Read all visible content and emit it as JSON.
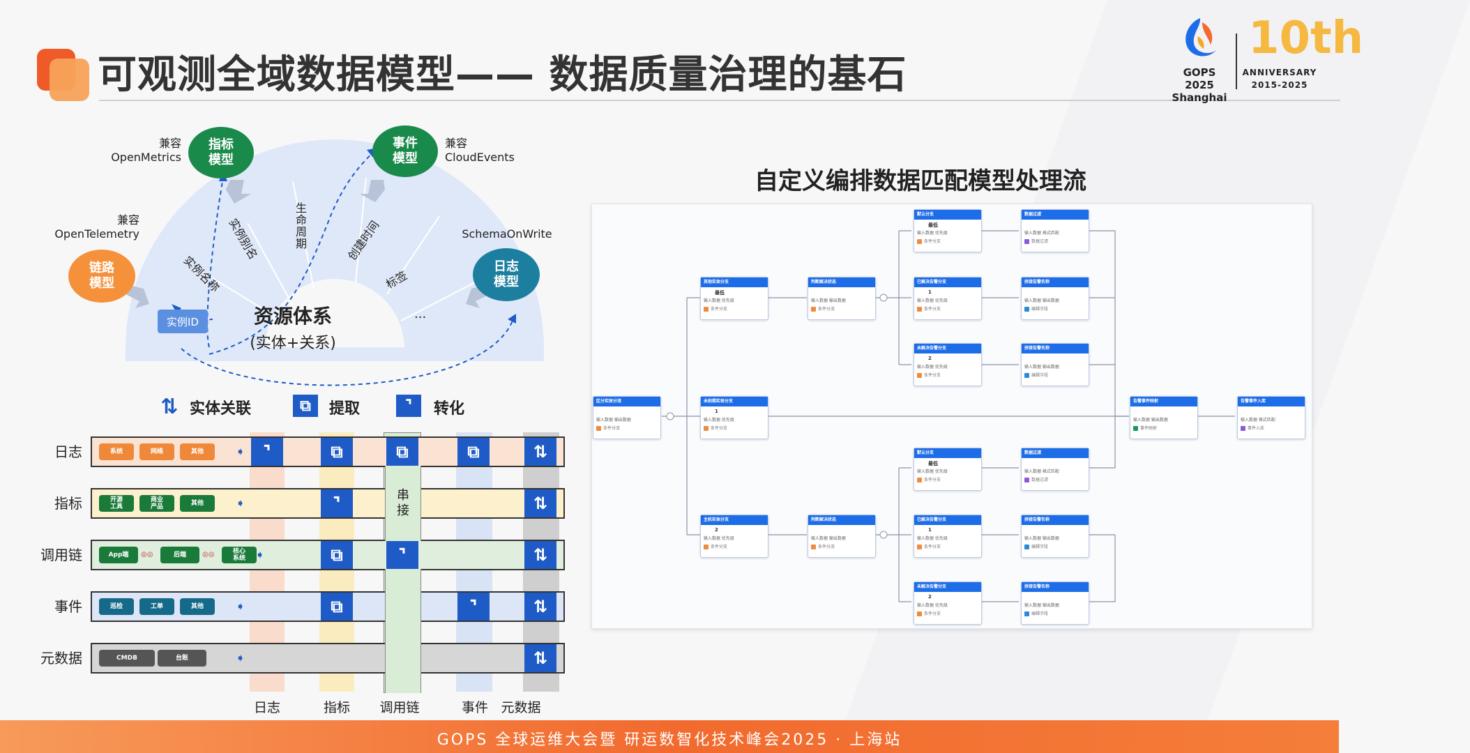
{
  "header": {
    "title": "可观测全域数据模型—— 数据质量治理的基石",
    "gops": "GOPS 2025\nShanghai",
    "anniversary": "ANNIVERSARY\n2015-2025",
    "ten_mark": "10th"
  },
  "footer": {
    "text": "GOPS 全球运维大会暨 研运数智化技术峰会2025 · 上海站"
  },
  "arc": {
    "center_title": "资源体系",
    "center_subtitle": "(实体+关系)",
    "instance_id": "实例ID",
    "segments": [
      "实例名称",
      "实例别名",
      "生\n命\n周\n期",
      "创建时间",
      "标签",
      "..."
    ],
    "models": {
      "metric": {
        "label": "指标\n模型",
        "compat": "兼容\nOpenMetrics",
        "color": "#1a8a4a"
      },
      "event": {
        "label": "事件\n模型",
        "compat": "兼容\nCloudEvents",
        "color": "#1a8a4a"
      },
      "trace": {
        "label": "链路\n模型",
        "compat": "兼容\nOpenTelemetry",
        "color": "#f5913a"
      },
      "log": {
        "label": "日志\n模型",
        "compat": "SchemaOnWrite",
        "color": "#1d7fa0"
      }
    }
  },
  "legend": {
    "relate": "实体关联",
    "extract": "提取",
    "convert": "转化"
  },
  "matrix": {
    "rows": [
      "日志",
      "指标",
      "调用链",
      "事件",
      "元数据"
    ],
    "columns": [
      "日志",
      "指标",
      "调用链",
      "事件",
      "元数据"
    ],
    "serial_label": "串\n接",
    "chips": {
      "log": [
        "系统",
        "网络",
        "其他"
      ],
      "metric": [
        "开源\n工具",
        "商业\n产品",
        "其他"
      ],
      "trace": [
        "App端",
        "后端",
        "核心\n系统"
      ],
      "event": [
        "巡检",
        "工单",
        "其他"
      ],
      "meta": [
        "CMDB",
        "台账"
      ]
    }
  },
  "workflow": {
    "title": "自定义编排数据匹配模型处理流",
    "nodes": {
      "n_src": {
        "head": "区分实体分流",
        "val": "",
        "r1": "输入数据  输出数据",
        "foot": "条件分流"
      },
      "n_a1": {
        "head": "其他实体分支",
        "val": "最低",
        "r1": "输入数据  优先级",
        "foot": "条件分支"
      },
      "n_a2": {
        "head": "判断解决状态",
        "val": "",
        "r1": "输入数据  输出数据",
        "foot": "条件分流"
      },
      "n_a3": {
        "head": "默认分支",
        "val": "最低",
        "r1": "输入数据  优先级",
        "foot": "条件分支"
      },
      "n_a4": {
        "head": "已解决告警分支",
        "val": "1",
        "r1": "输入数据  优先级",
        "foot": "条件分支"
      },
      "n_a5": {
        "head": "未解决告警分支",
        "val": "2",
        "r1": "输入数据  优先级",
        "foot": "条件分支"
      },
      "n_a6": {
        "head": "数据过滤",
        "val": "",
        "r1": "输入数据  格式匹配",
        "foot": "数据过滤"
      },
      "n_a7": {
        "head": "拼接告警名称",
        "val": "",
        "r1": "输入数据  输出数据",
        "foot": "编辑字段"
      },
      "n_a8": {
        "head": "拼接告警名称",
        "val": "",
        "r1": "输入数据  输出数据",
        "foot": "编辑字段"
      },
      "n_b1": {
        "head": "未拍照实体分支",
        "val": "1",
        "r1": "输入数据  优先级",
        "foot": "条件分支"
      },
      "n_c1": {
        "head": "主机实体分支",
        "val": "2",
        "r1": "输入数据  优先级",
        "foot": "条件分支"
      },
      "n_c2": {
        "head": "判断解决状态",
        "val": "",
        "r1": "输入数据  输出数据",
        "foot": "条件分流"
      },
      "n_c3": {
        "head": "默认分支",
        "val": "最低",
        "r1": "输入数据  优先级",
        "foot": "条件分支"
      },
      "n_c4": {
        "head": "已解决告警分支",
        "val": "1",
        "r1": "输入数据  优先级",
        "foot": "条件分支"
      },
      "n_c5": {
        "head": "未解决告警分支",
        "val": "2",
        "r1": "输入数据  优先级",
        "foot": "条件分支"
      },
      "n_c6": {
        "head": "数据过滤",
        "val": "",
        "r1": "输入数据  格式匹配",
        "foot": "数据过滤"
      },
      "n_c7": {
        "head": "拼接告警名称",
        "val": "",
        "r1": "输入数据  输出数据",
        "foot": "编辑字段"
      },
      "n_c8": {
        "head": "拼接告警名称",
        "val": "",
        "r1": "输入数据  输出数据",
        "foot": "编辑字段"
      },
      "n_map": {
        "head": "告警事件映射",
        "val": "",
        "r1": "输入数据  输出数据",
        "foot": "事件映射"
      },
      "n_out": {
        "head": "告警事件入库",
        "val": "",
        "r1": "输入数据  格式匹配",
        "foot": "事件入库"
      }
    }
  }
}
